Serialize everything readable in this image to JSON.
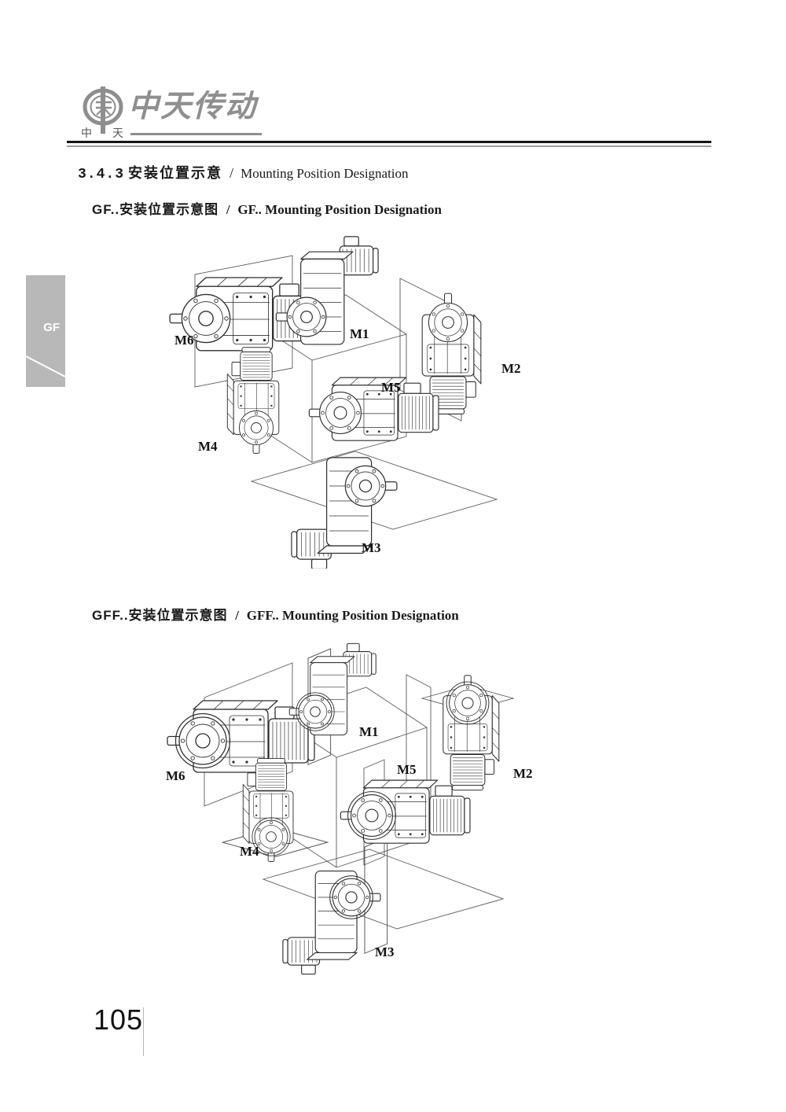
{
  "header": {
    "logo": {
      "seal_left": "中",
      "seal_right": "天",
      "wordmark": "中天传动"
    },
    "section": {
      "number": "3.4.3",
      "title_cn": "安装位置示意",
      "sep": "/",
      "title_en": "Mounting Position Designation"
    }
  },
  "side_tab": {
    "label": "GF"
  },
  "figures": [
    {
      "title_cn": "GF..安装位置示意图",
      "sep": "/",
      "title_en": "GF.. Mounting Position Designation",
      "labels": {
        "m1": "M1",
        "m2": "M2",
        "m3": "M3",
        "m4": "M4",
        "m5": "M5",
        "m6": "M6"
      }
    },
    {
      "title_cn": "GFF..安装位置示意图",
      "sep": "/",
      "title_en": "GFF.. Mounting Position Designation",
      "labels": {
        "m1": "M1",
        "m2": "M2",
        "m3": "M3",
        "m4": "M4",
        "m5": "M5",
        "m6": "M6"
      }
    }
  ],
  "footer": {
    "page_number": "105"
  }
}
